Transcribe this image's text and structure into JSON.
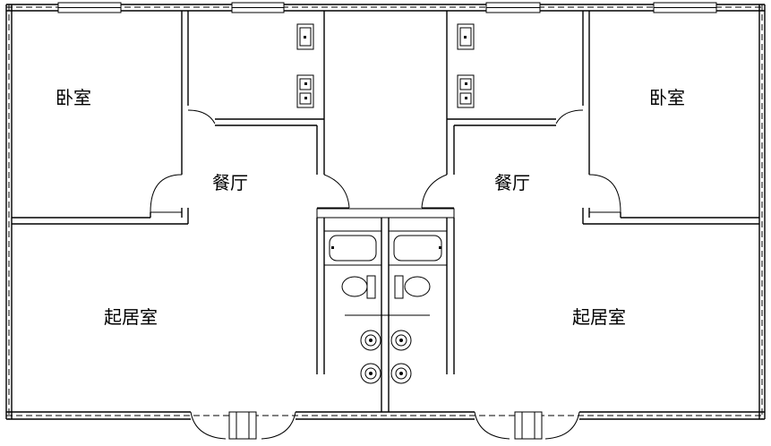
{
  "rooms": {
    "bedroom_left": "卧室",
    "bedroom_right": "卧室",
    "dining_left": "餐厅",
    "dining_right": "餐厅",
    "living_left": "起居室",
    "living_right": "起居室"
  }
}
